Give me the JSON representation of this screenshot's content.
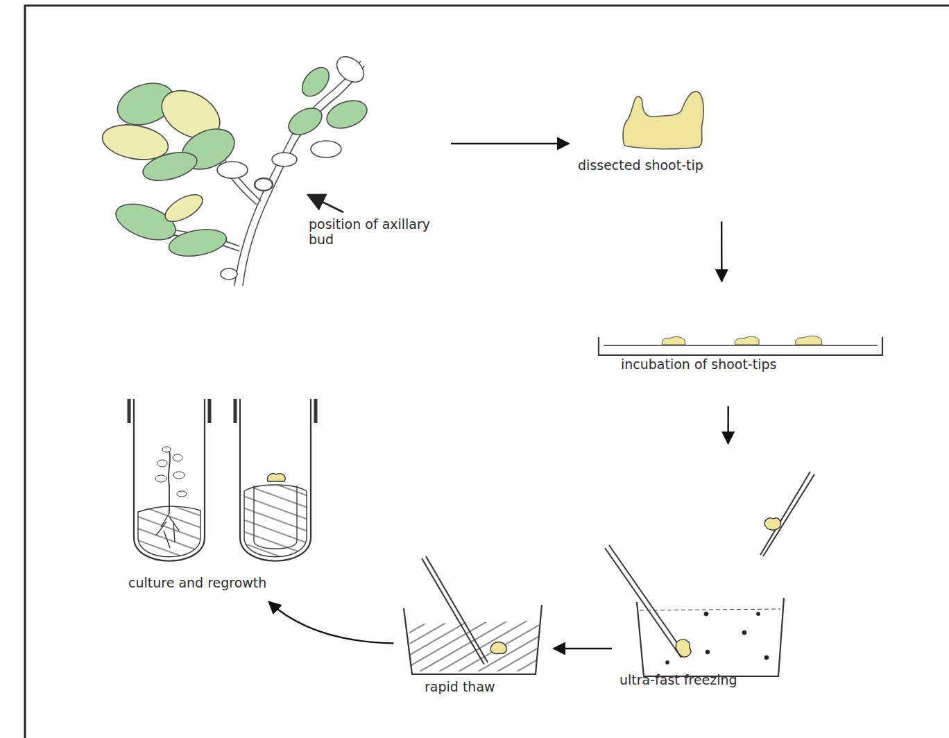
{
  "diagram": {
    "nodes": [
      {
        "text": [
          "position of axillary bud"
        ]
      },
      {
        "text": [
          "dissected shoot-tip"
        ]
      },
      {
        "text": [
          "incubation of shoot-tips"
        ]
      },
      {
        "text": [
          "ultra-fast freezing"
        ]
      },
      {
        "text": [
          "rapid thaw"
        ]
      },
      {
        "text": [
          "culture and regrowth"
        ]
      }
    ],
    "edges": [
      {
        "from": 0,
        "to": 1,
        "arrow": "to"
      },
      {
        "from": 1,
        "to": 2,
        "arrow": "to"
      },
      {
        "from": 2,
        "to": 3,
        "arrow": "to"
      },
      {
        "from": 3,
        "to": 4,
        "arrow": "to"
      },
      {
        "from": 4,
        "to": 5,
        "arrow": "to"
      }
    ]
  }
}
